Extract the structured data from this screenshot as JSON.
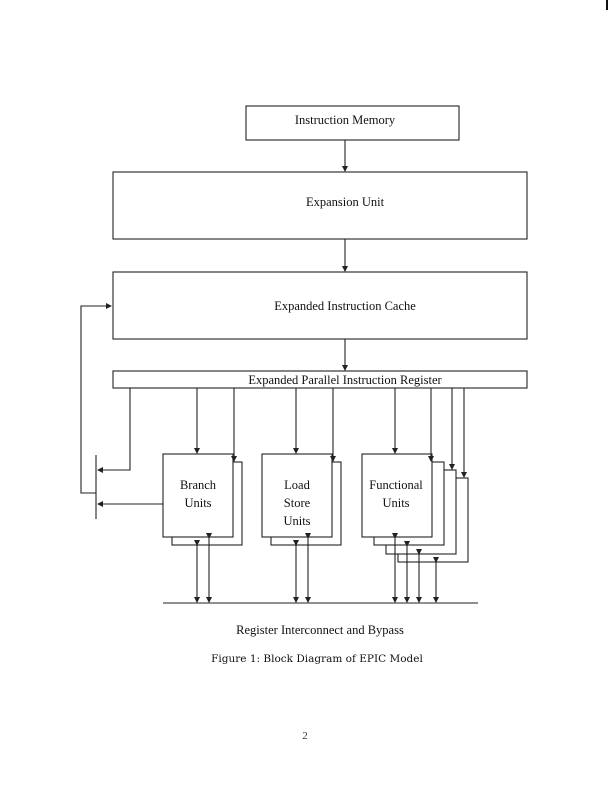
{
  "diagram": {
    "blocks": {
      "instruction_memory": "Instruction Memory",
      "expansion_unit": "Expansion Unit",
      "expanded_instruction_cache": "Expanded Instruction Cache",
      "expanded_parallel_instruction_register": "Expanded Parallel Instruction Register",
      "branch_units": [
        "Branch",
        "Units"
      ],
      "load_store_units": [
        "Load",
        "Store",
        "Units"
      ],
      "functional_units": [
        "Functional",
        "Units"
      ]
    },
    "bus_label": "Register Interconnect and  Bypass"
  },
  "caption": "Figure 1: Block Diagram of EPIC Model",
  "page_number": "2"
}
